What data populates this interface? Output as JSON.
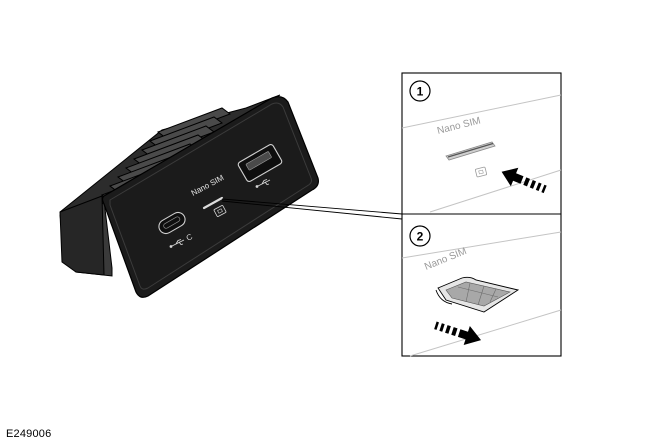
{
  "figure": {
    "code": "E249006"
  },
  "module": {
    "slot_label": "Nano SIM",
    "usb_c_suffix": "C"
  },
  "detail": {
    "step1": {
      "number": "1",
      "slot_label": "Nano SIM"
    },
    "step2": {
      "number": "2",
      "slot_label": "Nano SIM"
    }
  },
  "colors": {
    "module_face": "#1a1a1a",
    "module_body": "#2a2a2a",
    "line": "#000000",
    "light_line": "#b5b5b5",
    "sim_gray": "#9a9a9a"
  },
  "icons": [
    "usb-c-port-icon",
    "usb-a-port-icon",
    "usb-symbol-icon",
    "sim-tray-icon",
    "arrow-insert-icon",
    "arrow-remove-icon"
  ]
}
